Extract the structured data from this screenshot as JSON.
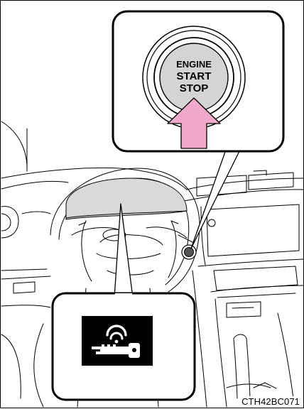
{
  "button": {
    "line1": "ENGINE",
    "line2": "START",
    "line3": "STOP"
  },
  "indicator": {
    "icon": "key-signal-icon",
    "icon_color": "#ffffff",
    "background_color": "#000000"
  },
  "arrow": {
    "color": "#f0a9cb"
  },
  "figure_code": "CTH42BC071"
}
